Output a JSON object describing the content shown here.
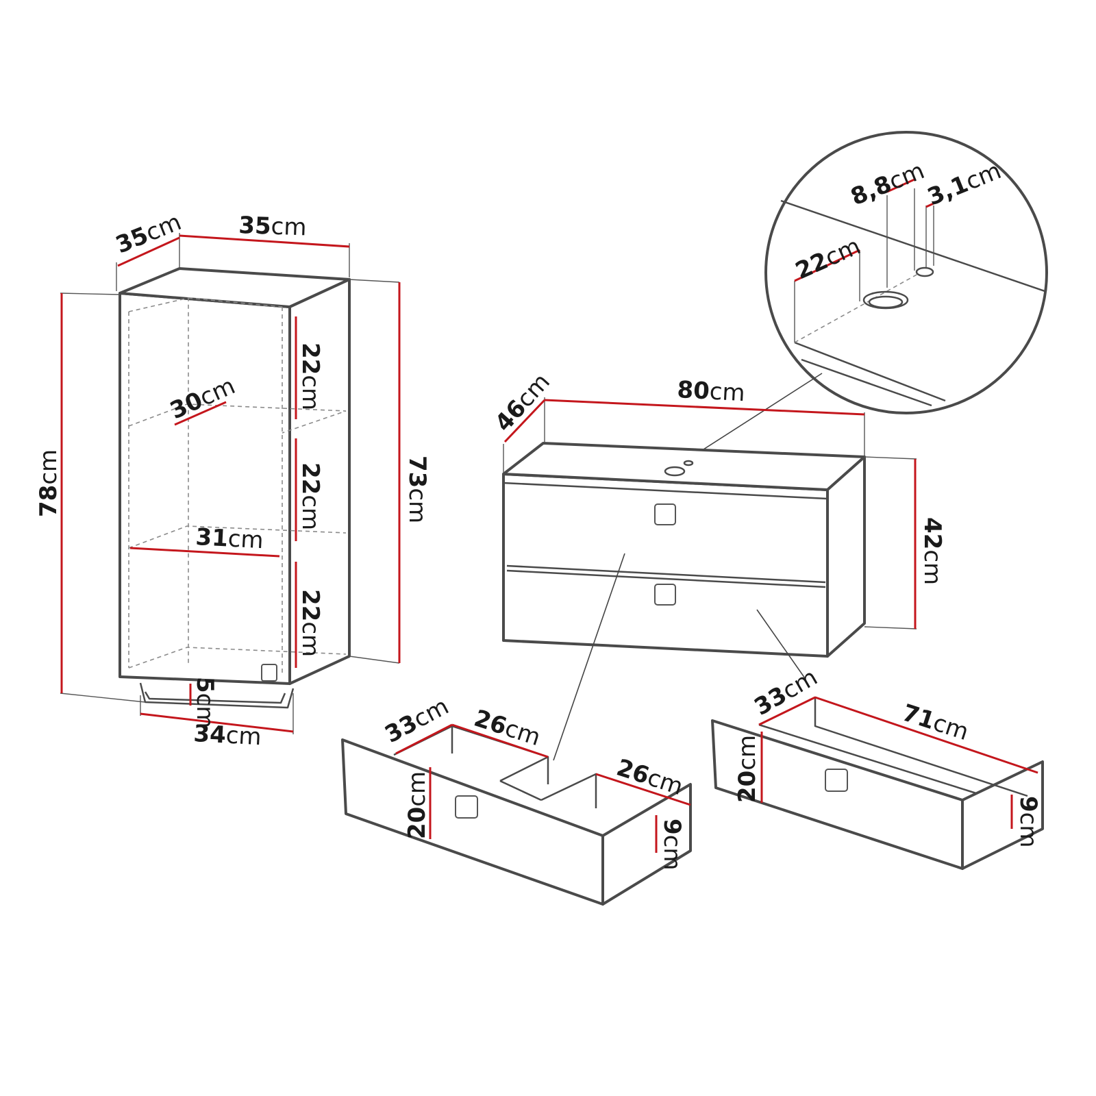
{
  "cabinet": {
    "depth_top": {
      "num": "35",
      "unit": "cm"
    },
    "width_top": {
      "num": "35",
      "unit": "cm"
    },
    "height_total": {
      "num": "78",
      "unit": "cm"
    },
    "height_body": {
      "num": "73",
      "unit": "cm"
    },
    "shelf_gap_1": {
      "num": "22",
      "unit": "cm"
    },
    "shelf_gap_2": {
      "num": "22",
      "unit": "cm"
    },
    "shelf_gap_3": {
      "num": "22",
      "unit": "cm"
    },
    "shelf_depth": {
      "num": "30",
      "unit": "cm"
    },
    "shelf_width": {
      "num": "31",
      "unit": "cm"
    },
    "leg_height": {
      "num": "5",
      "unit": "cm"
    },
    "base_width": {
      "num": "34",
      "unit": "cm"
    }
  },
  "detail": {
    "hole_large": {
      "num": "8,8",
      "unit": "cm"
    },
    "hole_small": {
      "num": "3,1",
      "unit": "cm"
    },
    "hole_offset": {
      "num": "22",
      "unit": "cm"
    }
  },
  "vanity": {
    "depth": {
      "num": "46",
      "unit": "cm"
    },
    "width": {
      "num": "80",
      "unit": "cm"
    },
    "height": {
      "num": "42",
      "unit": "cm"
    }
  },
  "drawer_u": {
    "depth": {
      "num": "33",
      "unit": "cm"
    },
    "left_width": {
      "num": "26",
      "unit": "cm"
    },
    "right_width": {
      "num": "26",
      "unit": "cm"
    },
    "front_height": {
      "num": "20",
      "unit": "cm"
    },
    "side_height": {
      "num": "9",
      "unit": "cm"
    }
  },
  "drawer_full": {
    "depth": {
      "num": "33",
      "unit": "cm"
    },
    "width": {
      "num": "71",
      "unit": "cm"
    },
    "front_height": {
      "num": "20",
      "unit": "cm"
    },
    "side_height": {
      "num": "9",
      "unit": "cm"
    }
  }
}
